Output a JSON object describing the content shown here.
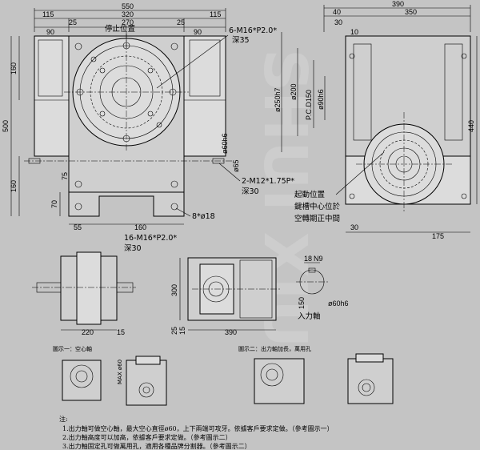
{
  "watermark": "SHUI XIU",
  "front_view": {
    "dims_top": {
      "overall": "550",
      "body": "320",
      "inner": "270",
      "left_margin": "115",
      "right_margin": "115",
      "slot_left": "25",
      "slot_right": "25",
      "left_90": "90",
      "right_90": "90"
    },
    "dims_left": {
      "h500": "500",
      "h160_top": "160",
      "h160_bottom": "160",
      "h70": "70",
      "h75": "75"
    },
    "dims_bottom": {
      "w55": "55",
      "w160": "160"
    },
    "callouts": {
      "stop_position": "停止位置",
      "bolt_top": "6-M16*P2.0*",
      "bolt_top_depth": "深35",
      "shaft_dia": "ø60h6",
      "shaft_65": "ø65",
      "bolt_side": "2-M12*1.75P*",
      "bolt_side_depth": "深30",
      "holes": "8*ø18",
      "bolt_bottom": "16-M16*P2.0*",
      "bolt_bottom_depth": "深30"
    }
  },
  "side_view": {
    "dims_top": {
      "overall": "390",
      "body": "350",
      "d40": "40",
      "d30": "30",
      "d10": "10"
    },
    "dims_vertical": {
      "d250": "ø250h7",
      "d200": "ø200",
      "pcd": "P.C.D150",
      "d90": "ø90h6",
      "h440": "440"
    },
    "dims_bottom": {
      "d30": "30",
      "d175": "175"
    },
    "callouts": {
      "start_position": "起動位置",
      "keyway_note_1": "鍵槽中心位於",
      "keyway_note_2": "空轉期正中間"
    }
  },
  "bottom_views": {
    "left": {
      "w220": "220",
      "w15": "15"
    },
    "mid": {
      "h300": "300",
      "h25": "25",
      "h15": "15",
      "w390": "390"
    },
    "key": {
      "w18": "18",
      "n9": "N9",
      "h150": "150",
      "shaft": "ø60h6",
      "label": "入力軸"
    }
  },
  "figures": {
    "fig1_title": "圖示一：空心軸",
    "fig1_max": "MAX ø60",
    "fig2_title": "圖示二：出力軸加長，萬用孔"
  },
  "notes": {
    "heading": "注:",
    "line1": "1.出力軸可做空心軸，最大空心直徑ø60，上下兩端可攻牙。依據客戶要求定做。（參考圖示一）",
    "line2": "2.出力軸高度可以加高，依據客戶要求定做。（參考圖示二）",
    "line3": "3.出力軸固定孔可做萬用孔，適用各種品牌分割器。（參考圖示二）"
  }
}
